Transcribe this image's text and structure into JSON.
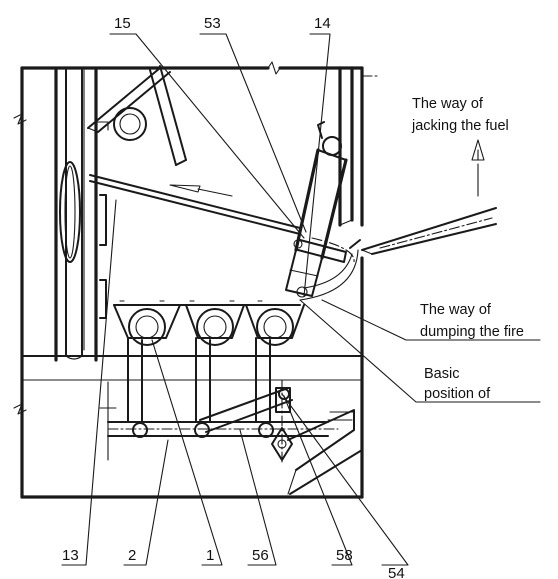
{
  "part_labels": {
    "l15": "15",
    "l53": "53",
    "l14": "14",
    "l13": "13",
    "l2": "2",
    "l1": "1",
    "l56": "56",
    "l58": "58",
    "l54": "54"
  },
  "annotations": {
    "jacking_line1": "The way of",
    "jacking_line2": "jacking the fuel",
    "dumping_line1": "The way of",
    "dumping_line2": "dumping the fire",
    "basic_line1": "Basic",
    "basic_line2": "position of"
  },
  "colors": {
    "ink": "#1a1a1a",
    "background": "#ffffff"
  }
}
